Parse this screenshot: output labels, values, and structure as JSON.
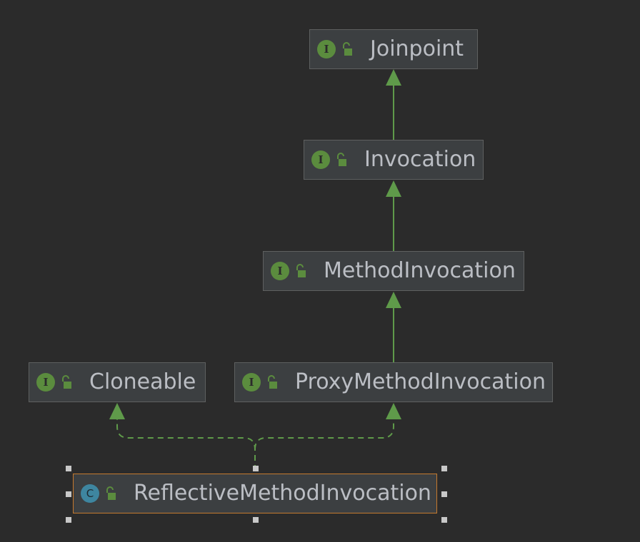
{
  "diagram": {
    "nodes": [
      {
        "id": "joinpoint",
        "label": "Joinpoint",
        "kind": "interface",
        "badge": "I"
      },
      {
        "id": "invocation",
        "label": "Invocation",
        "kind": "interface",
        "badge": "I"
      },
      {
        "id": "method-invocation",
        "label": "MethodInvocation",
        "kind": "interface",
        "badge": "I"
      },
      {
        "id": "cloneable",
        "label": "Cloneable",
        "kind": "interface",
        "badge": "I"
      },
      {
        "id": "proxy-method-invocation",
        "label": "ProxyMethodInvocation",
        "kind": "interface",
        "badge": "I"
      },
      {
        "id": "reflective-method-invocation",
        "label": "ReflectiveMethodInvocation",
        "kind": "class",
        "badge": "C",
        "selected": true
      }
    ],
    "edges": [
      {
        "from": "invocation",
        "to": "joinpoint",
        "type": "extends"
      },
      {
        "from": "method-invocation",
        "to": "invocation",
        "type": "extends"
      },
      {
        "from": "proxy-method-invocation",
        "to": "method-invocation",
        "type": "extends"
      },
      {
        "from": "reflective-method-invocation",
        "to": "cloneable",
        "type": "implements"
      },
      {
        "from": "reflective-method-invocation",
        "to": "proxy-method-invocation",
        "type": "implements"
      }
    ]
  },
  "colors": {
    "background": "#2b2b2b",
    "node_fill": "#3c3f41",
    "node_border": "#5e6060",
    "selected_border": "#c57a2e",
    "interface_badge": "#5b8c3e",
    "class_badge": "#3e86a0",
    "edge": "#5f9a4a",
    "label": "#bbbec4"
  },
  "icons": {
    "interface": "interface-icon",
    "class": "class-icon",
    "visibility": "unlocked-padlock-icon"
  }
}
